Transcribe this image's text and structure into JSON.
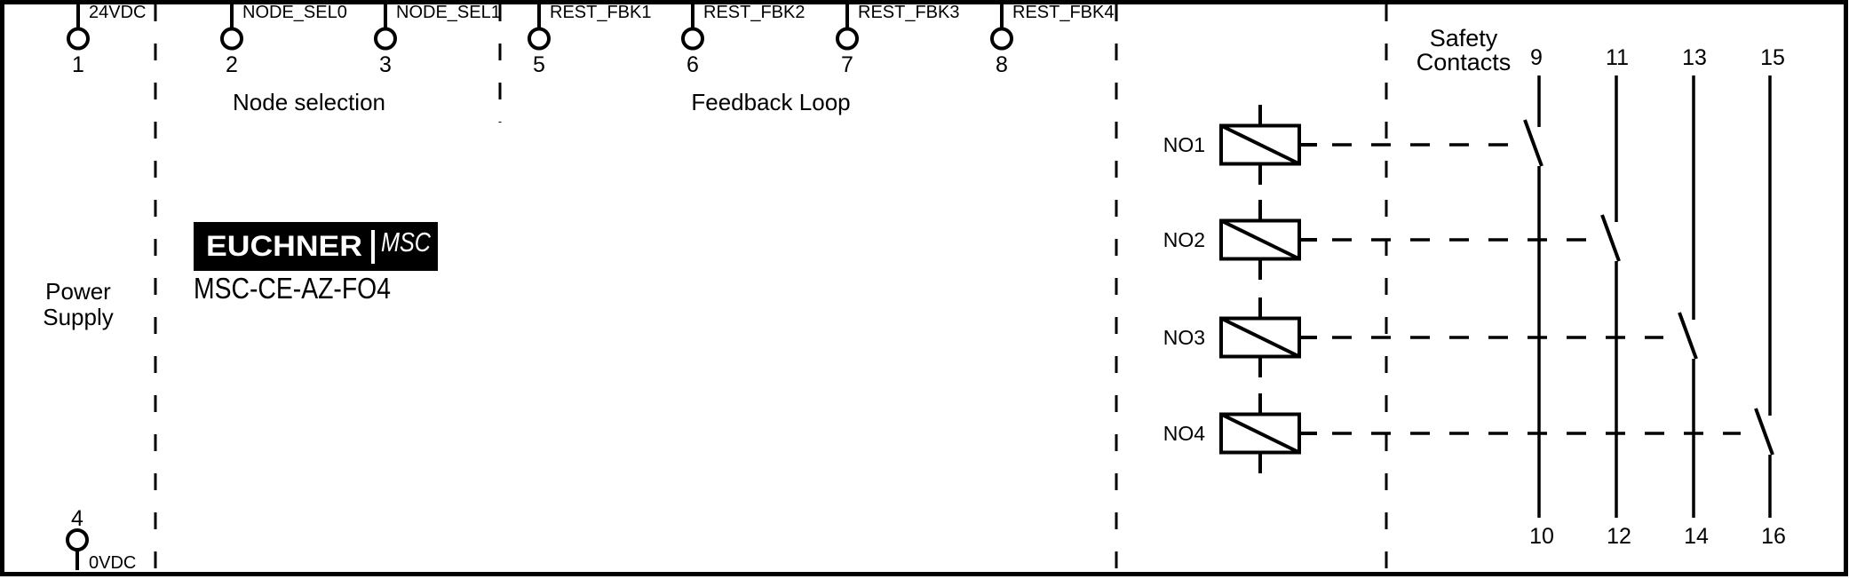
{
  "power_supply": {
    "section_label_line1": "Power",
    "section_label_line2": "Supply",
    "top_terminal": {
      "number": "1",
      "label": "24VDC"
    },
    "bottom_terminal": {
      "number": "4",
      "label": "0VDC"
    }
  },
  "node_selection": {
    "section_label": "Node selection",
    "terminals": [
      {
        "number": "2",
        "label": "NODE_SEL0"
      },
      {
        "number": "3",
        "label": "NODE_SEL1"
      }
    ]
  },
  "feedback_loop": {
    "section_label": "Feedback Loop",
    "terminals": [
      {
        "number": "5",
        "label": "REST_FBK1"
      },
      {
        "number": "6",
        "label": "REST_FBK2"
      },
      {
        "number": "7",
        "label": "REST_FBK3"
      },
      {
        "number": "8",
        "label": "REST_FBK4"
      }
    ]
  },
  "device": {
    "brand": "EUCHNER",
    "brand_secondary": "MSC",
    "model": "MSC-CE-AZ-FO4"
  },
  "relay_outputs": [
    {
      "label": "NO1"
    },
    {
      "label": "NO2"
    },
    {
      "label": "NO3"
    },
    {
      "label": "NO4"
    }
  ],
  "safety_contacts": {
    "section_label_line1": "Safety",
    "section_label_line2": "Contacts",
    "columns": [
      {
        "top_terminal": "9",
        "bottom_terminal": "10"
      },
      {
        "top_terminal": "11",
        "bottom_terminal": "12"
      },
      {
        "top_terminal": "13",
        "bottom_terminal": "14"
      },
      {
        "top_terminal": "15",
        "bottom_terminal": "16"
      }
    ]
  },
  "colors": {
    "line": "#000000",
    "background": "#ffffff",
    "logo_background": "#000000",
    "logo_text": "#ffffff"
  }
}
